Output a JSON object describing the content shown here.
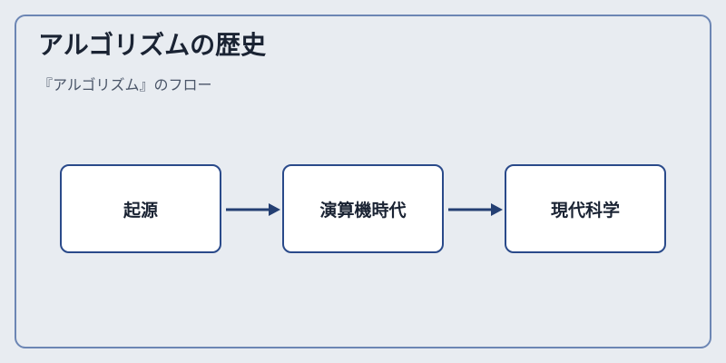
{
  "title": "アルゴリズムの歴史",
  "subtitle": "『アルゴリズム』のフロー",
  "nodes": [
    {
      "label": "起源"
    },
    {
      "label": "演算機時代"
    },
    {
      "label": "現代科学"
    }
  ],
  "colors": {
    "background": "#e8ecf1",
    "panel_border": "#6c86b4",
    "node_border": "#2a4a8a",
    "arrow": "#243f73"
  }
}
